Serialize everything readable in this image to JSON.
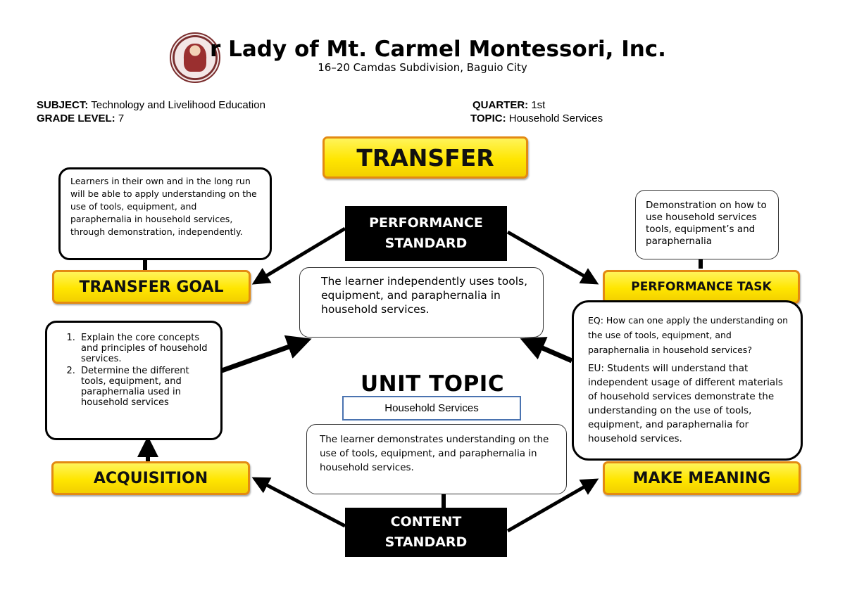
{
  "header": {
    "school_name": "r Lady of Mt. Carmel Montessori, Inc.",
    "address": "16–20 Camdas Subdivision, Baguio City"
  },
  "meta": {
    "subject_label": "SUBJECT:",
    "subject_value": " Technology and Livelihood Education",
    "grade_label": "GRADE LEVEL:",
    "grade_value": " 7",
    "quarter_label": "QUARTER:",
    "quarter_value": " 1st",
    "topic_label": "TOPIC:",
    "topic_value": " Household Services"
  },
  "diagram": {
    "transfer": "TRANSFER",
    "performance_standard": [
      "PERFORMANCE",
      "STANDARD"
    ],
    "content_standard": [
      "CONTENT",
      "STANDARD"
    ],
    "transfer_goal": "TRANSFER GOAL",
    "performance_task": "PERFORMANCE TASK",
    "acquisition": "ACQUISITION",
    "make_meaning": "MAKE MEANING",
    "unit_topic_title": "UNIT TOPIC",
    "unit_topic_value": "Household Services",
    "transfer_goal_text": "Learners in their own and in the long run will be able to apply understanding on the use of tools, equipment, and paraphernalia in household services, through demonstration, independently.",
    "performance_task_text": "Demonstration on how to use household services tools, equipment’s and paraphernalia",
    "performance_standard_text": "The learner independently uses tools, equipment, and paraphernalia in household services.",
    "acquisition_items": [
      "Explain the core concepts and principles of household services.",
      "Determine the different tools, equipment, and paraphernalia used in household services"
    ],
    "content_standard_text": "The learner demonstrates understanding on the use of tools, equipment, and paraphernalia in household services.",
    "eq_text": "EQ: How can one apply the understanding on the use of tools, equipment, and paraphernalia in household services?",
    "eu_text": "EU: Students will understand that independent usage of different materials of household services demonstrate the understanding on the use of tools, equipment, and paraphernalia for household services."
  },
  "colors": {
    "label_fill": "#ffe600",
    "label_border": "#e38a12",
    "topic_border": "#4a73b0"
  }
}
